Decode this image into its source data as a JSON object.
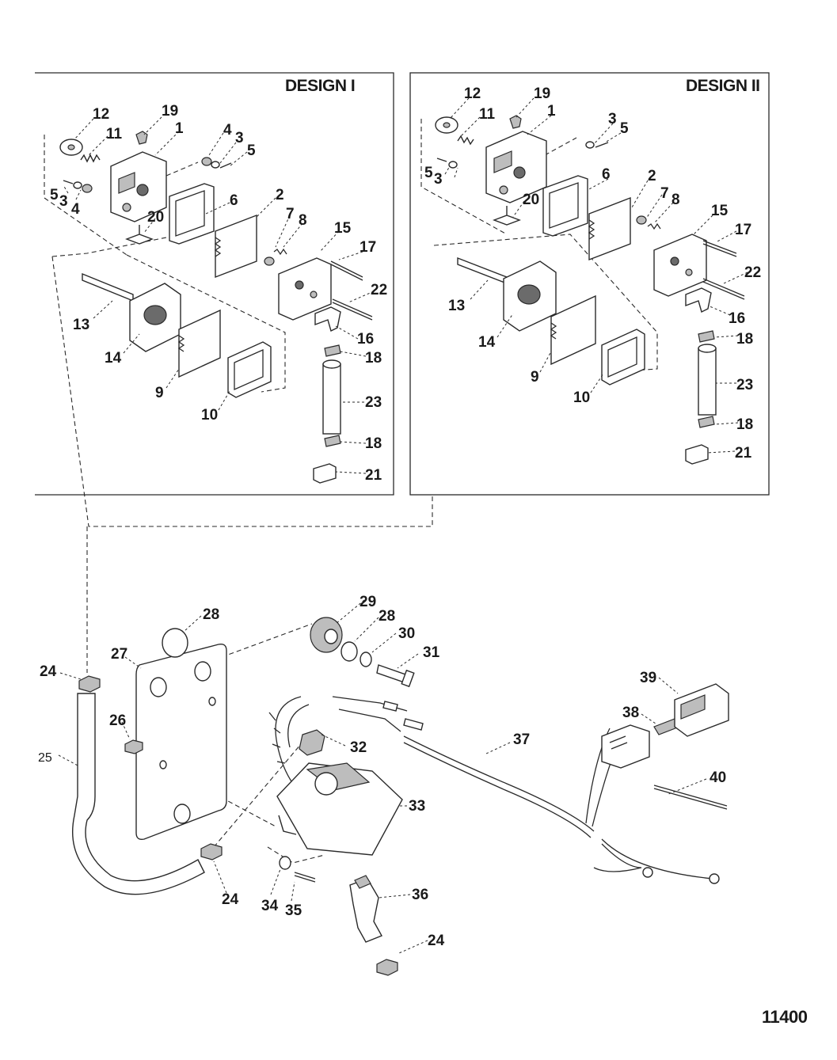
{
  "panels": {
    "design_1": {
      "title": "DESIGN I"
    },
    "design_2": {
      "title": "DESIGN II"
    }
  },
  "drawing_number": "11400",
  "callouts": {
    "d1": [
      "12",
      "19",
      "1",
      "11",
      "4",
      "3",
      "5",
      "5",
      "3",
      "4",
      "20",
      "6",
      "2",
      "7",
      "8",
      "15",
      "17",
      "22",
      "13",
      "14",
      "16",
      "18",
      "9",
      "23",
      "10",
      "18",
      "21"
    ],
    "d2": [
      "12",
      "19",
      "1",
      "11",
      "3",
      "5",
      "5",
      "3",
      "6",
      "2",
      "7",
      "8",
      "20",
      "15",
      "17",
      "22",
      "13",
      "16",
      "14",
      "18",
      "9",
      "23",
      "10",
      "18",
      "21"
    ],
    "lower": [
      "28",
      "29",
      "28",
      "30",
      "31",
      "27",
      "24",
      "26",
      "39",
      "38",
      "32",
      "37",
      "25",
      "40",
      "33",
      "24",
      "34",
      "35",
      "36",
      "24"
    ]
  },
  "colors": {
    "line": "#2a2a2a",
    "part_fill": "#ffffff",
    "part_shade": "#bdbdbd"
  }
}
